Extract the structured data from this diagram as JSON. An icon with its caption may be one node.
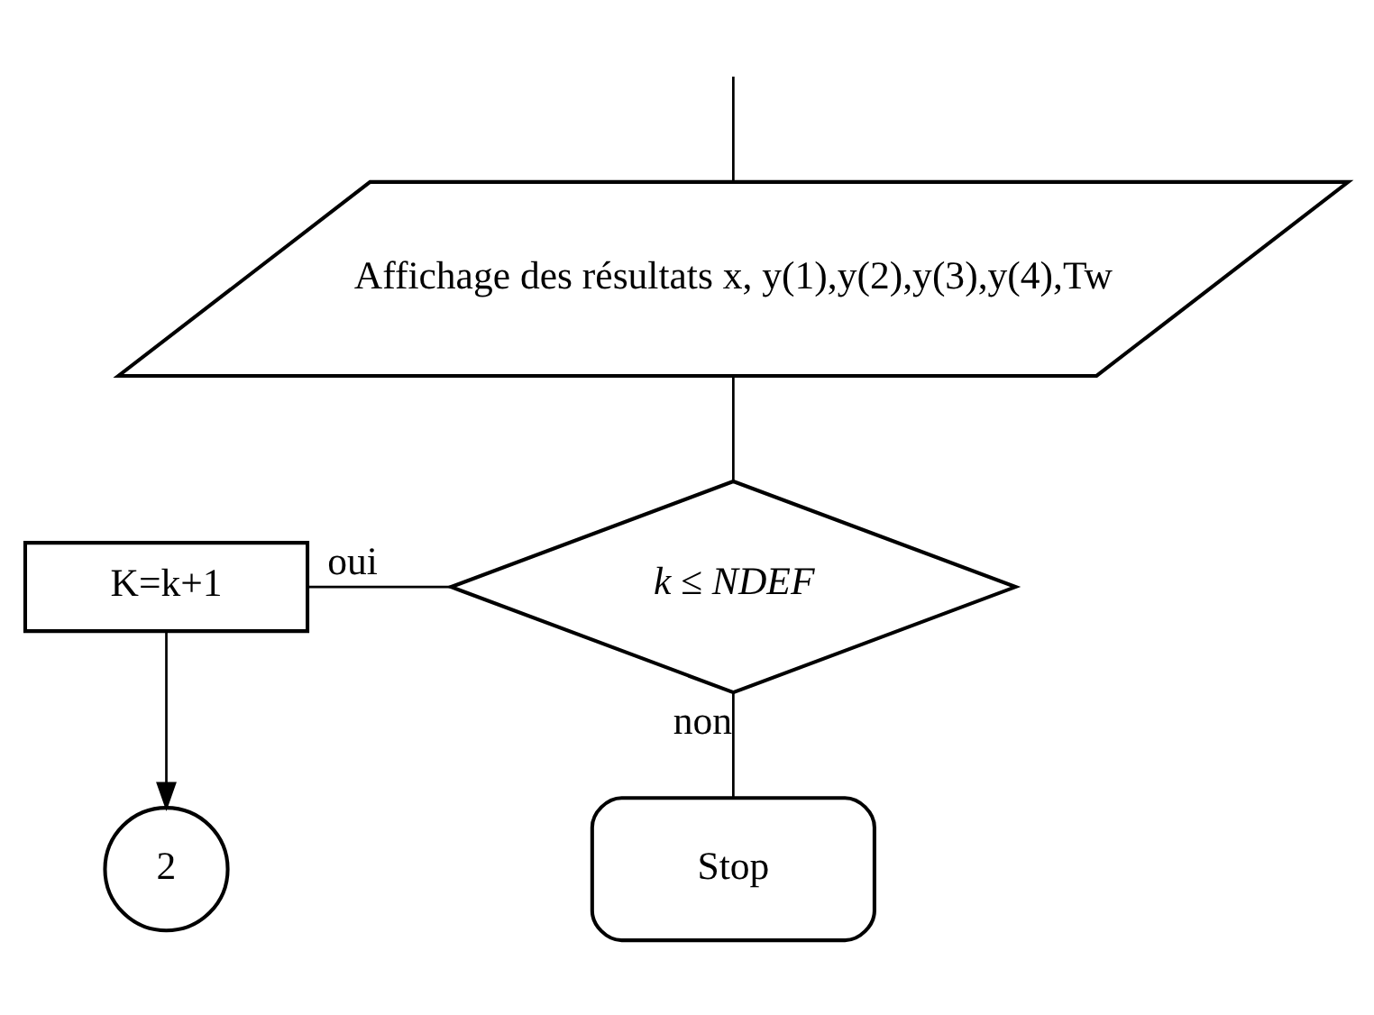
{
  "diagram": {
    "nodes": [
      {
        "text": [
          "Affichage des résultats x, y(1),y(2),y(3),y(4),Tw"
        ]
      },
      {
        "text": [
          "k ≤ NDEF"
        ]
      },
      {
        "text": [
          "K=k+1"
        ]
      },
      {
        "text": [
          "2"
        ]
      },
      {
        "text": [
          "Stop"
        ]
      }
    ],
    "edges": [
      {
        "from": null,
        "to": 0,
        "arrow": "none"
      },
      {
        "from": 0,
        "to": 1,
        "arrow": "none"
      },
      {
        "from": 1,
        "to": 2,
        "arrow": "none",
        "label": "oui"
      },
      {
        "from": 2,
        "to": 3,
        "arrow": "to"
      },
      {
        "from": 1,
        "to": 4,
        "arrow": "none",
        "label": "non"
      }
    ]
  }
}
